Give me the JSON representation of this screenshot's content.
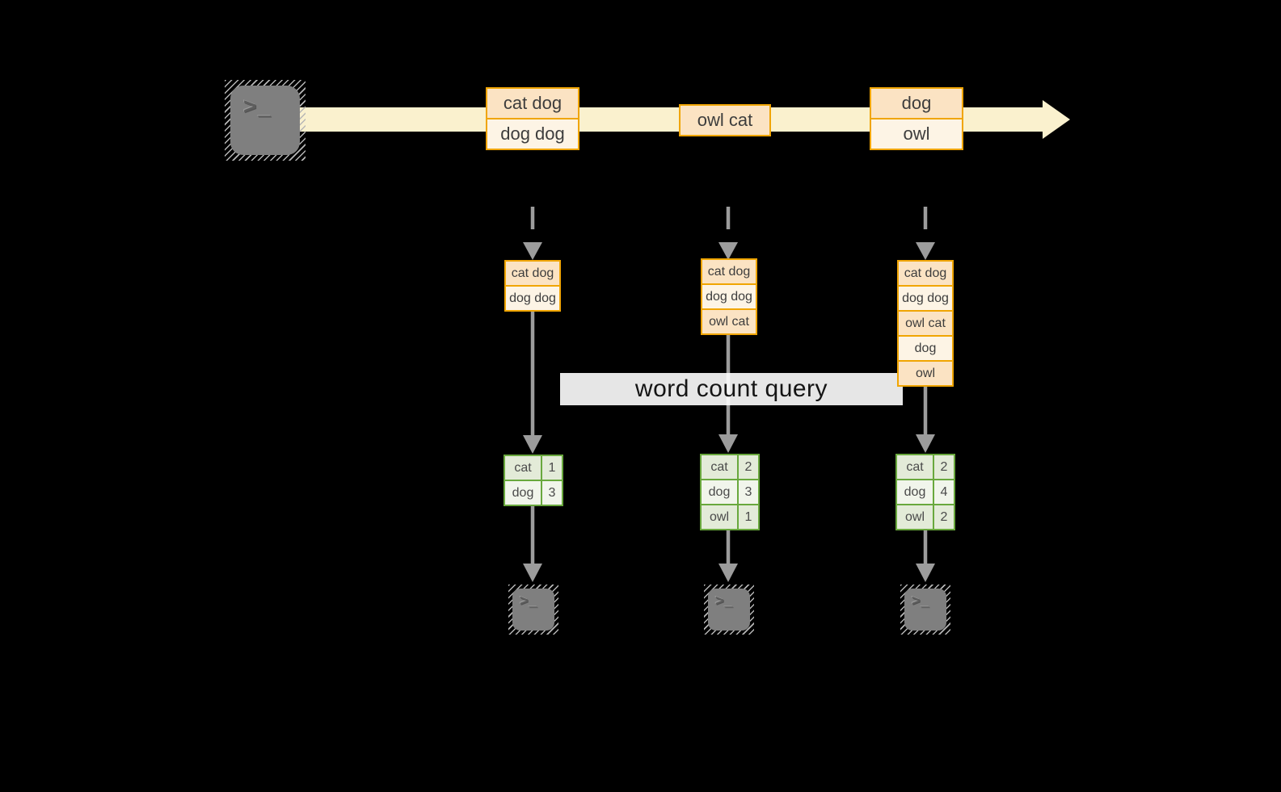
{
  "stream": {
    "boxes": [
      {
        "cells": [
          "cat dog",
          "dog dog"
        ]
      },
      {
        "cells": [
          "owl cat"
        ]
      },
      {
        "cells": [
          "dog",
          "owl"
        ]
      }
    ]
  },
  "query_label": "word count query",
  "columns": [
    {
      "stack": [
        "cat dog",
        "dog dog"
      ],
      "table": [
        {
          "word": "cat",
          "count": "1"
        },
        {
          "word": "dog",
          "count": "3"
        }
      ]
    },
    {
      "stack": [
        "cat dog",
        "dog dog",
        "owl cat"
      ],
      "table": [
        {
          "word": "cat",
          "count": "2"
        },
        {
          "word": "dog",
          "count": "3"
        },
        {
          "word": "owl",
          "count": "1"
        }
      ]
    },
    {
      "stack": [
        "cat dog",
        "dog dog",
        "owl cat",
        "dog",
        "owl"
      ],
      "table": [
        {
          "word": "cat",
          "count": "2"
        },
        {
          "word": "dog",
          "count": "4"
        },
        {
          "word": "owl",
          "count": "2"
        }
      ]
    }
  ],
  "icons": {
    "terminal_prompt": ">_"
  },
  "colors": {
    "background": "#000000",
    "stream_band": "#FAF1CE",
    "amber_border": "#F0A502",
    "peach_dark": "#FBE3C3",
    "peach_light": "#FDF4E5",
    "green_border": "#69A83D",
    "green_cell_dark": "#E3EBD8",
    "green_cell_light": "#F1F5EB",
    "stale_number": "#7FA05E",
    "arrow_gray": "#9C9C9C",
    "terminal_gray": "#7F7F7F"
  }
}
